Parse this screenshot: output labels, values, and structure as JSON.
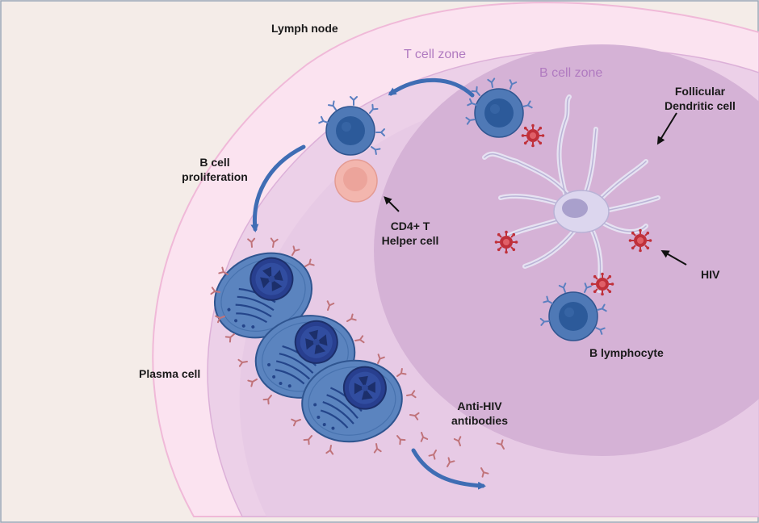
{
  "labels": {
    "lymph_node": "Lymph node",
    "t_cell_zone": "T cell zone",
    "b_cell_zone": "B cell zone",
    "fdc_line1": "Follicular",
    "fdc_line2": "Dendritic cell",
    "b_prolif_line1": "B cell",
    "b_prolif_line2": "proliferation",
    "cd4_line1": "CD4+ T",
    "cd4_line2": "Helper cell",
    "hiv": "HIV",
    "b_lymphocyte": "B lymphocyte",
    "plasma_cell": "Plasma cell",
    "antibodies_line1": "Anti-HIV",
    "antibodies_line2": "antibodies"
  },
  "colors": {
    "background": "#f4ece8",
    "node_outer": "#fbe3f0",
    "node_mid": "#ecd0e8",
    "node_inner": "#e1c2df",
    "b_zone": "#d5b2d6",
    "b_cell": "#4f79b6",
    "b_cell_nucleus": "#2c5a9a",
    "t_helper": "#f3b6ae",
    "hiv_virus": "#c0303a",
    "fdc": "#d9d3ea",
    "antibody": "#c0737a",
    "arrow": "#3f6db4",
    "zone_text": "#b07ac0"
  }
}
